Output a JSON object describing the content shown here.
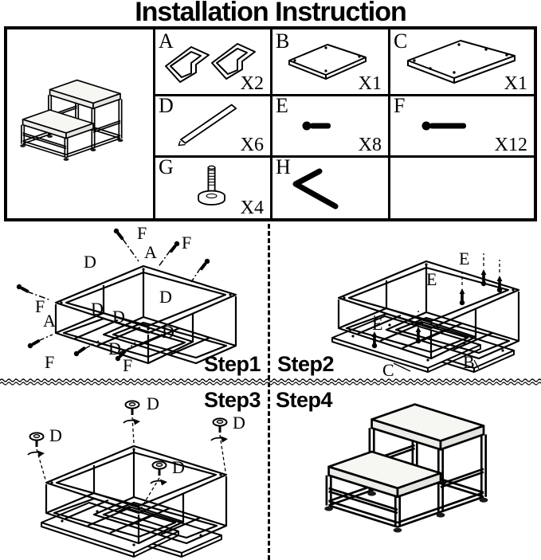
{
  "title": "Installation Instruction",
  "colors": {
    "ink": "#000000",
    "paper": "#ffffff"
  },
  "parts_table": {
    "product": {
      "name": "two-step stool assembled view",
      "icon": "step-stool-drawing"
    },
    "cells": [
      {
        "id": "A",
        "qty": "X2",
        "icon": "side-panel-pair-icon"
      },
      {
        "id": "B",
        "qty": "X1",
        "icon": "small-board-icon"
      },
      {
        "id": "C",
        "qty": "X1",
        "icon": "large-board-icon"
      },
      {
        "id": "D",
        "qty": "X6",
        "icon": "support-tube-icon"
      },
      {
        "id": "E",
        "qty": "X8",
        "icon": "short-bolt-icon"
      },
      {
        "id": "F",
        "qty": "X12",
        "icon": "long-bolt-icon"
      },
      {
        "id": "G",
        "qty": "X4",
        "icon": "adjustable-foot-icon"
      },
      {
        "id": "H",
        "qty": "",
        "icon": "allen-key-icon"
      },
      {
        "id": "",
        "qty": "",
        "icon": "empty"
      }
    ]
  },
  "steps": [
    {
      "label": "Step1",
      "annotations": [
        "F",
        "A",
        "F",
        "D",
        "F",
        "A",
        "D",
        "D",
        "D",
        "D",
        "D",
        "F",
        "F"
      ]
    },
    {
      "label": "Step2",
      "annotations": [
        "E",
        "E",
        "E",
        "C",
        "B"
      ]
    },
    {
      "label": "Step3",
      "annotations": [
        "D",
        "D",
        "D",
        "D"
      ]
    },
    {
      "label": "Step4",
      "annotations": []
    }
  ]
}
